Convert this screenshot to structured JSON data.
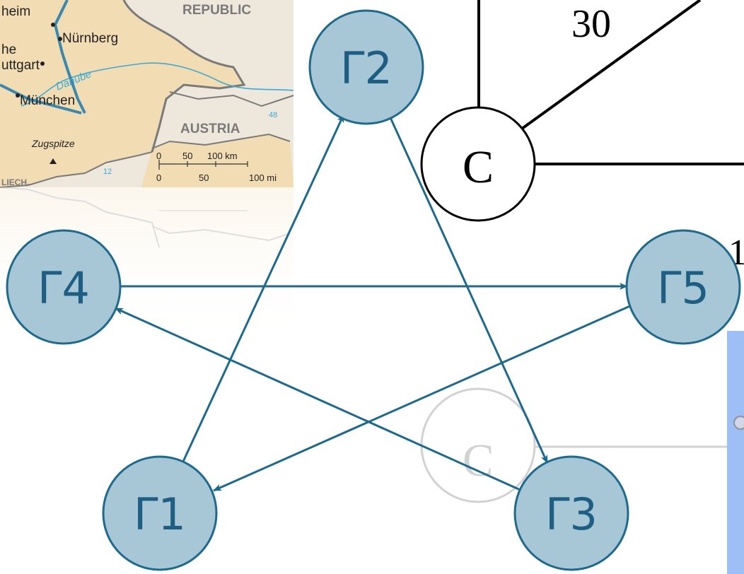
{
  "map": {
    "cities": [
      "heim",
      "Nürnberg",
      "he",
      "uttgart",
      "München",
      "Zugspitze"
    ],
    "river": "Danube",
    "countries": [
      "REPUBLIC",
      "AUSTRIA"
    ],
    "liech": "LIECH.",
    "numbers": [
      "48",
      "12"
    ],
    "scale_km": [
      "0",
      "50",
      "100 km"
    ],
    "scale_mi": [
      "0",
      "50",
      "100 mi"
    ]
  },
  "graph_bg": {
    "edge_weight": "30",
    "node_label": "C",
    "partial_label": "1"
  },
  "star": {
    "nodes": [
      "Γ1",
      "Γ2",
      "Γ3",
      "Γ4",
      "Γ5"
    ],
    "edges": [
      {
        "from": "Γ1",
        "to": "Γ2"
      },
      {
        "from": "Γ2",
        "to": "Γ3"
      },
      {
        "from": "Γ3",
        "to": "Γ4"
      },
      {
        "from": "Γ4",
        "to": "Γ5"
      },
      {
        "from": "Γ5",
        "to": "Γ1"
      }
    ]
  },
  "colors": {
    "node_fill": "#a7c7d6",
    "node_stroke": "#1d6a8c",
    "label": "#1d5e82",
    "edge": "#1d6a8c",
    "map_land": "#f2dcb3",
    "map_neighbor": "#eee7dc",
    "blue_panel": "#9dbff5"
  }
}
